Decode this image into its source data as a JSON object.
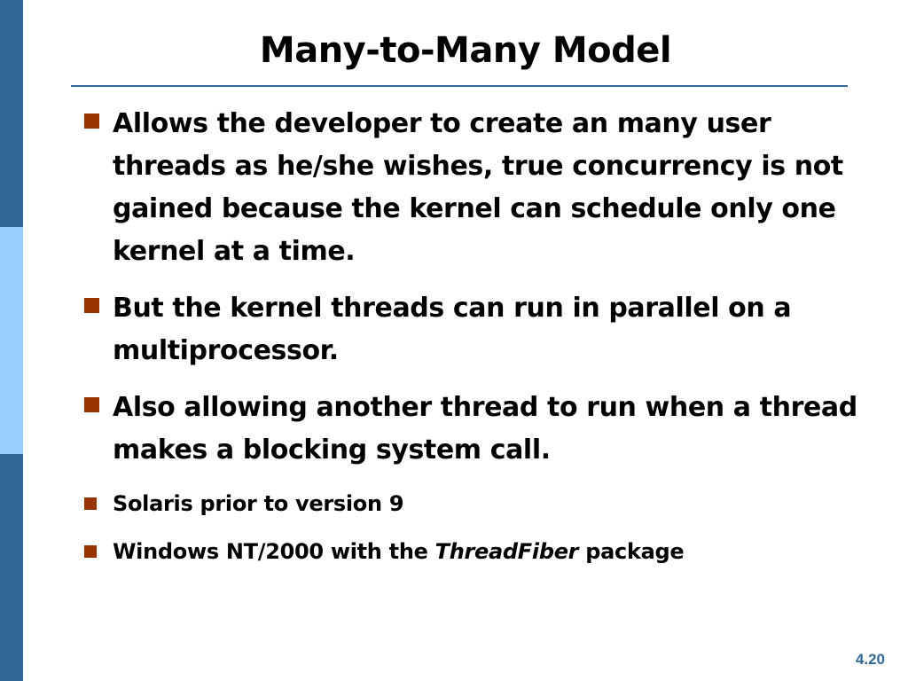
{
  "colors": {
    "side_bar_dark": "#336699",
    "side_bar_light": "#99ccff",
    "title_rule": "#336699",
    "bullet_marker": "#993300",
    "page_number": "#336699"
  },
  "slide": {
    "title": "Many-to-Many Model",
    "bullets": [
      {
        "text": "Allows the developer to create an many user threads as he/she wishes, true concurrency is not gained because the kernel can schedule only one kernel at a time."
      },
      {
        "text": "But the kernel threads can run in parallel on a multiprocessor."
      },
      {
        "text": "Also allowing another thread to run when a thread makes a blocking system call."
      },
      {
        "text": "Solaris prior to version 9"
      },
      {
        "before": "Windows NT/2000 with the ",
        "emphasis": "ThreadFiber",
        "after": " package"
      }
    ],
    "page_number": "4.20"
  }
}
